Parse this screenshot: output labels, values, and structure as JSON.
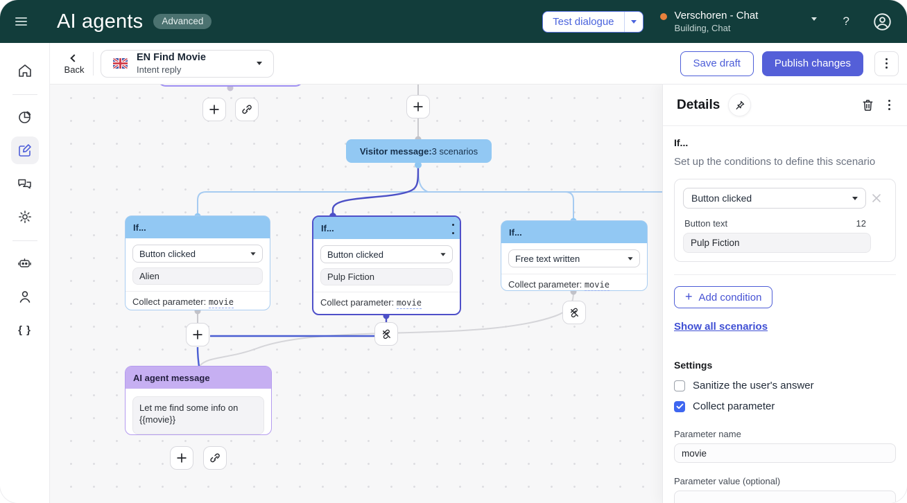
{
  "header": {
    "title": "AI agents",
    "badge": "Advanced",
    "test_button": "Test dialogue",
    "workspace": {
      "name": "Verschoren - Chat",
      "subtitle": "Building, Chat"
    },
    "help_glyph": "?"
  },
  "toolbar": {
    "back_label": "Back",
    "flow": {
      "title": "EN Find Movie",
      "subtitle": "Intent reply",
      "flag": "uk-flag"
    },
    "save_label": "Save draft",
    "publish_label": "Publish changes"
  },
  "sidebar": {
    "icons": [
      "home",
      "analytics",
      "flows",
      "conversations",
      "settings",
      "chatbot",
      "contacts",
      "developer"
    ],
    "braces_glyph": "{ }"
  },
  "canvas": {
    "visitor_node": {
      "label_bold": "Visitor message:",
      "label_rest": "3 scenarios"
    },
    "if_nodes": [
      {
        "title": "If...",
        "condition": "Button clicked",
        "value": "Alien",
        "collect_label": "Collect parameter: ",
        "param": "movie"
      },
      {
        "title": "If...",
        "condition": "Button clicked",
        "value": "Pulp Fiction",
        "collect_label": "Collect parameter: ",
        "param": "movie"
      },
      {
        "title": "If...",
        "condition": "Free text written",
        "collect_label": "Collect parameter: ",
        "param": "movie"
      }
    ],
    "agent_node": {
      "title": "AI agent message",
      "message": "Let me find some info on {{movie}}"
    }
  },
  "details": {
    "title": "Details",
    "section_title": "If...",
    "description": "Set up the conditions to define this scenario",
    "condition": {
      "selected": "Button clicked",
      "field_label": "Button text",
      "char_count": "12",
      "value": "Pulp Fiction"
    },
    "add_condition_label": "Add condition",
    "add_condition_plus": "+",
    "show_all_label": "Show all scenarios",
    "settings": {
      "title": "Settings",
      "sanitize_label": "Sanitize the user's answer",
      "collect_label": "Collect parameter",
      "param_name_label": "Parameter name",
      "param_name_value": "movie",
      "param_value_label": "Parameter value (optional)",
      "param_value": ""
    }
  },
  "colors": {
    "header_bg": "#123d3b",
    "accent_blue": "#545fd8",
    "node_blue": "#92c8f3",
    "node_purple": "#c6aff2",
    "selected_border": "#4f50c9",
    "checkbox_blue": "#3e66f0",
    "orange_status": "#e8813c"
  }
}
